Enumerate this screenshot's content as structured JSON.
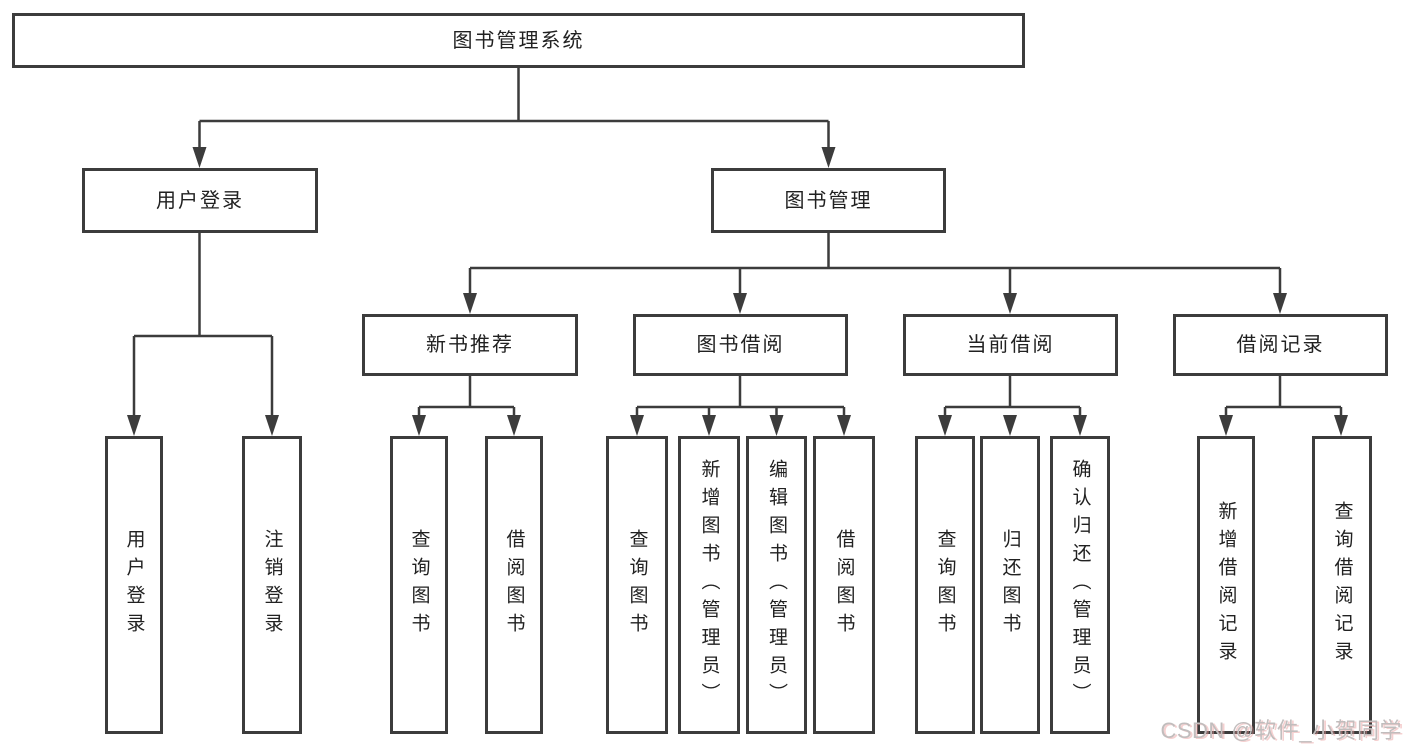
{
  "diagram": {
    "root_label": "图书管理系统",
    "branches": [
      {
        "label": "用户登录",
        "children": [
          {
            "label": "用户登录"
          },
          {
            "label": "注销登录"
          }
        ]
      },
      {
        "label": "图书管理",
        "children": [
          {
            "label": "新书推荐",
            "children": [
              {
                "label": "查询图书"
              },
              {
                "label": "借阅图书"
              }
            ]
          },
          {
            "label": "图书借阅",
            "children": [
              {
                "label": "查询图书"
              },
              {
                "label": "新增图书（管理员）"
              },
              {
                "label": "编辑图书（管理员）"
              },
              {
                "label": "借阅图书"
              }
            ]
          },
          {
            "label": "当前借阅",
            "children": [
              {
                "label": "查询图书"
              },
              {
                "label": "归还图书"
              },
              {
                "label": "确认归还（管理员）"
              }
            ]
          },
          {
            "label": "借阅记录",
            "children": [
              {
                "label": "新增借阅记录"
              },
              {
                "label": "查询借阅记录"
              }
            ]
          }
        ]
      }
    ]
  },
  "watermark": "CSDN @软件_小贺同学",
  "colors": {
    "line": "#3c3c3c",
    "text": "#212121",
    "background": "#ffffff",
    "watermark_gray": "#c1bdbd",
    "watermark_pink": "#e9b3b3"
  }
}
